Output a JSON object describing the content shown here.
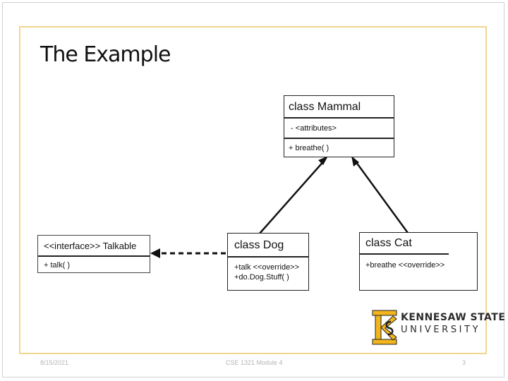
{
  "slide": {
    "title": "The Example"
  },
  "diagram": {
    "mammal": {
      "name": "class Mammal",
      "attributes": " - <attributes>",
      "methods": "+ breathe( )"
    },
    "interface": {
      "name": "<<interface>> Talkable",
      "methods": "+ talk( )"
    },
    "dog": {
      "name": "class Dog",
      "methods": [
        "+talk <<override>>",
        "+do.Dog.Stuff( )"
      ]
    },
    "cat": {
      "name": "class Cat",
      "methods": "+breathe <<override>>"
    }
  },
  "logo": {
    "name": "KENNESAW STATE",
    "sub": "UNIVERSITY"
  },
  "footer": {
    "date": "8/15/2021",
    "course": "CSE 1321 Module 4",
    "page": "3"
  },
  "colors": {
    "frame": "#f1d68f",
    "logo_gold": "#f2b51c"
  }
}
